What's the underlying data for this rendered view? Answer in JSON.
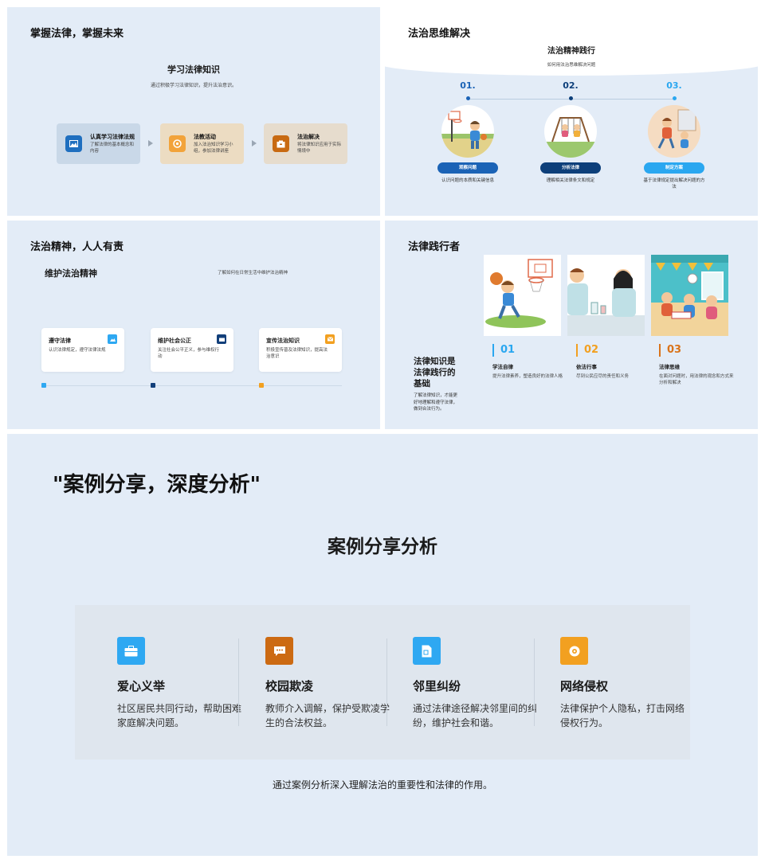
{
  "panel1": {
    "title": "掌握法律，掌握未来",
    "subtitle": "学习法律知识",
    "desc": "通过积极学习法律知识，提升法治意识。",
    "steps": [
      {
        "title": "认真学习法律法规",
        "desc": "了解法律的基本概念和内容",
        "icon": "image-icon",
        "color": "#1f6fbf",
        "bg": "#c9d8e8"
      },
      {
        "title": "法教活动",
        "desc": "加入法治知识学习小组，参加法律讲座",
        "icon": "target-icon",
        "color": "#f2a33a",
        "bg": "#ecdcc2"
      },
      {
        "title": "法治解决",
        "desc": "将法律知识应用于实际情境中",
        "icon": "box-icon",
        "color": "#c86a12",
        "bg": "#e6dccd"
      }
    ]
  },
  "panel2": {
    "title": "法治思维解决",
    "sec_title": "法治精神践行",
    "sec_desc": "如何用法治思维解决问题",
    "items": [
      {
        "num": "01.",
        "pill": "观察问题",
        "desc": "认识问题的本质和关键信息",
        "color": "#1b63b6"
      },
      {
        "num": "02.",
        "pill": "分析法律",
        "desc": "理解相关法律条文和规定",
        "color": "#0d3f7a"
      },
      {
        "num": "03.",
        "pill": "制定方案",
        "desc": "基于法律规定提出解决问题的方法",
        "color": "#2aa7f0"
      }
    ]
  },
  "panel3": {
    "title": "法治精神，人人有责",
    "sec_title": "维护法治精神",
    "sec_desc": "了解如何在日常生活中维护法治精神",
    "cards": [
      {
        "title": "遵守法律",
        "desc": "认识法律规定，遵守法律法规",
        "color": "#2ea8f2",
        "icon": "image-icon"
      },
      {
        "title": "维护社会公正",
        "desc": "关注社会公平正义，参与维权行动",
        "color": "#123f7a",
        "icon": "box-icon"
      },
      {
        "title": "宣传法治知识",
        "desc": "积极宣传普及法律知识，提高法治意识",
        "color": "#f2a020",
        "icon": "mail-icon"
      }
    ]
  },
  "panel4": {
    "title": "法律践行者",
    "lead_title": "法律知识是法律践行的基础",
    "lead_desc": "了解法律知识，才能更好地理解和遵守法律，做到合法行为。",
    "cols": [
      {
        "num": "01",
        "title": "学法自律",
        "desc": "提升法律素养，塑造良好的法律人格",
        "color": "#2aa7f0"
      },
      {
        "num": "02",
        "title": "依法行事",
        "desc": "尽到公民应尽的责任和义务",
        "color": "#f2a020"
      },
      {
        "num": "03",
        "title": "法律思维",
        "desc": "在面对问题时，用法律的观念和方式来分析和解决",
        "color": "#d9731a"
      }
    ]
  },
  "panel5": {
    "quote": "\"案例分享，深度分析\"",
    "title": "案例分享分析",
    "features": [
      {
        "title": "爱心义举",
        "desc": "社区居民共同行动，帮助困难家庭解决问题。",
        "color": "#2ea8f2",
        "icon": "briefcase-icon"
      },
      {
        "title": "校园欺凌",
        "desc": "教师介入调解，保护受欺凌学生的合法权益。",
        "color": "#cc6a12",
        "icon": "chat-icon"
      },
      {
        "title": "邻里纠纷",
        "desc": "通过法律途径解决邻里间的纠纷，维护社会和谐。",
        "color": "#2ea8f2",
        "icon": "document-icon"
      },
      {
        "title": "网络侵权",
        "desc": "法律保护个人隐私，打击网络侵权行为。",
        "color": "#f2a020",
        "icon": "target-icon"
      }
    ],
    "footer": "通过案例分析深入理解法治的重要性和法律的作用。"
  }
}
